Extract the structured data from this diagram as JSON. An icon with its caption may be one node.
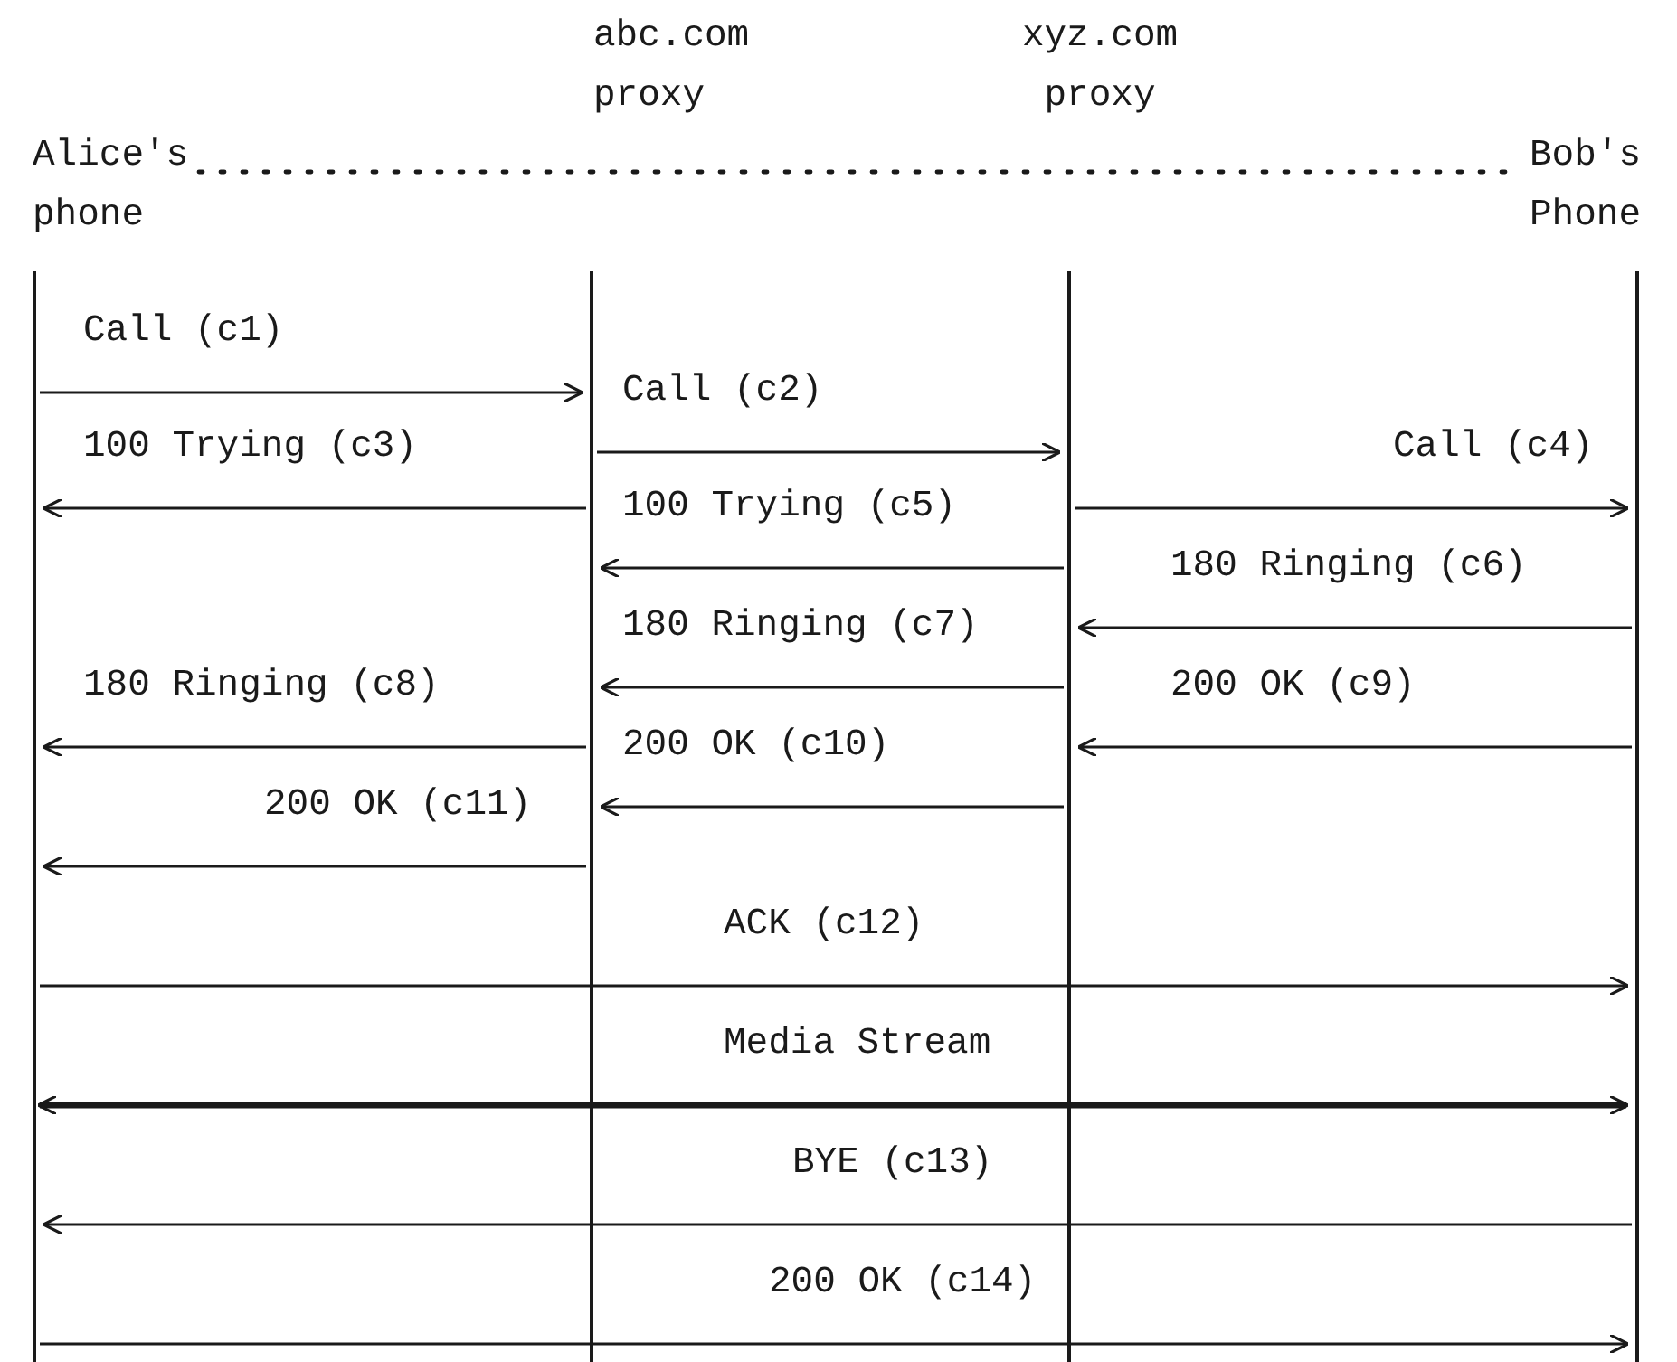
{
  "diagram": {
    "nodes": [
      {
        "text": [
          "Alice's phone"
        ]
      },
      {
        "text": [
          "abc.com proxy"
        ]
      },
      {
        "text": [
          "xyz.com proxy"
        ]
      },
      {
        "text": [
          "Bob's Phone"
        ]
      }
    ],
    "edges": [
      {
        "from": 0,
        "to": 3,
        "arrow": "none",
        "style": "dashed"
      },
      {
        "from": 0,
        "to": 1,
        "arrow": "to",
        "label": "Call (c1)"
      },
      {
        "from": 1,
        "to": 2,
        "arrow": "to",
        "label": "Call (c2)"
      },
      {
        "from": 1,
        "to": 0,
        "arrow": "to",
        "label": "100 Trying (c3)"
      },
      {
        "from": 2,
        "to": 3,
        "arrow": "to",
        "label": "Call (c4)"
      },
      {
        "from": 2,
        "to": 1,
        "arrow": "to",
        "label": "100 Trying (c5)"
      },
      {
        "from": 3,
        "to": 2,
        "arrow": "to",
        "label": "180 Ringing (c6)"
      },
      {
        "from": 2,
        "to": 1,
        "arrow": "to",
        "label": "180 Ringing (c7)"
      },
      {
        "from": 1,
        "to": 0,
        "arrow": "to",
        "label": "180 Ringing (c8)"
      },
      {
        "from": 3,
        "to": 2,
        "arrow": "to",
        "label": "200 OK (c9)"
      },
      {
        "from": 2,
        "to": 1,
        "arrow": "to",
        "label": "200 OK (c10)"
      },
      {
        "from": 1,
        "to": 0,
        "arrow": "to",
        "label": "200 OK (c11)"
      },
      {
        "from": 0,
        "to": 3,
        "arrow": "to",
        "label": "ACK (c12)"
      },
      {
        "from": 0,
        "to": 3,
        "arrow": "both",
        "label": "Media Stream",
        "style": "thick"
      },
      {
        "from": 3,
        "to": 0,
        "arrow": "to",
        "label": "BYE (c13)"
      },
      {
        "from": 0,
        "to": 3,
        "arrow": "to",
        "label": "200 OK (c14)"
      }
    ]
  }
}
